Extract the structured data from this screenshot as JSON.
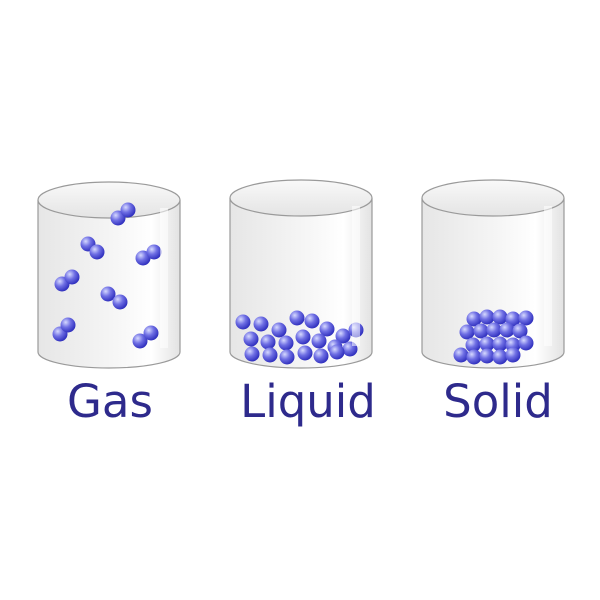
{
  "colors": {
    "label": "#2e2a8c",
    "particle_light": "#c8cdfa",
    "particle_dark": "#2a2ac2",
    "container_stroke": "#9a9a9a",
    "container_fill": "#eeeeee"
  },
  "containers": [
    {
      "key": "gas",
      "label": "Gas"
    },
    {
      "key": "liquid",
      "label": "Liquid"
    },
    {
      "key": "solid",
      "label": "Solid"
    }
  ]
}
